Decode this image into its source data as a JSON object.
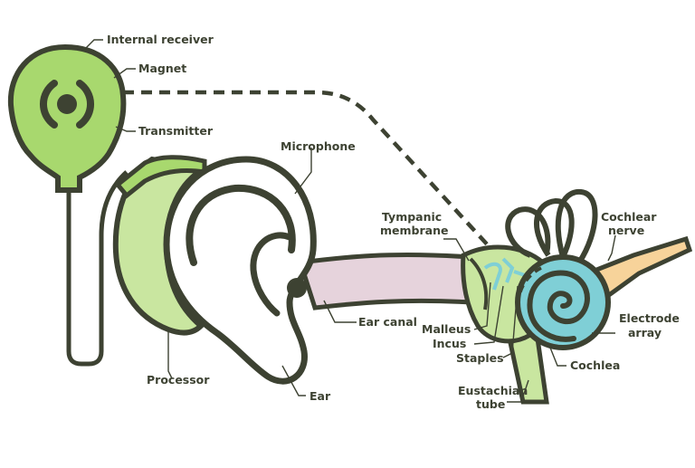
{
  "colors": {
    "outline": "#3d4232",
    "green": "#a8d86e",
    "light_green": "#c9e6a0",
    "canal_pink": "#e6d3dc",
    "cochlea_blue": "#7fcfd6",
    "nerve_peach": "#f7d39a",
    "background": "#ffffff"
  },
  "labels": {
    "internal_receiver": "Internal receiver",
    "magnet": "Magnet",
    "transmitter": "Transmitter",
    "microphone": "Microphone",
    "processor": "Processor",
    "ear": "Ear",
    "ear_canal": "Ear canal",
    "tympanic_1": "Tympanic",
    "tympanic_2": "membrane",
    "cochlear_nerve_1": "Cochlear",
    "cochlear_nerve_2": "nerve",
    "electrode_1": "Electrode",
    "electrode_2": "array",
    "malleus": "Malleus",
    "incus": "Incus",
    "staples": "Staples",
    "cochlea": "Cochlea",
    "eustachian_1": "Eustachian",
    "eustachian_2": "tube"
  }
}
